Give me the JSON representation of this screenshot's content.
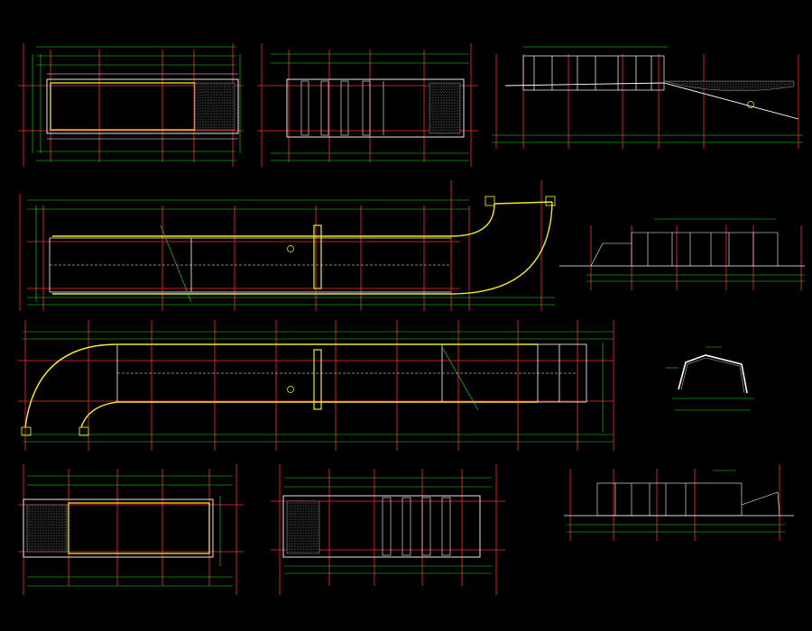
{
  "drawing": {
    "background": "#000000",
    "colors": {
      "grid": "#ff2a2a",
      "dim": "#22dd22",
      "outline": "#ffffff",
      "wall": "#f2e62a",
      "accent": "#ffff00",
      "hatch": "#9a9a9a",
      "axis_bubble": "#22dd22"
    },
    "views": [
      {
        "id": "plan-a",
        "caption": "",
        "subcaption": ""
      },
      {
        "id": "plan-b",
        "caption": "",
        "subcaption": ""
      },
      {
        "id": "section-a",
        "caption": "",
        "subcaption": ""
      },
      {
        "id": "ramp-plan-upper",
        "caption": "",
        "subcaption": ""
      },
      {
        "id": "elevation-b",
        "caption": "",
        "subcaption": ""
      },
      {
        "id": "ramp-plan-lower",
        "caption": "",
        "subcaption": ""
      },
      {
        "id": "detail-section",
        "caption": "",
        "subcaption": ""
      },
      {
        "id": "plan-c",
        "caption": "",
        "subcaption": ""
      },
      {
        "id": "plan-d",
        "caption": "",
        "subcaption": ""
      },
      {
        "id": "elevation-c",
        "caption": "",
        "subcaption": ""
      }
    ]
  }
}
